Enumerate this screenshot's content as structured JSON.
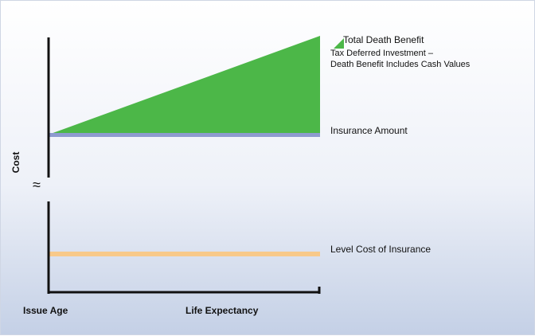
{
  "labels": {
    "total_death_benefit": "Total Death Benefit",
    "tax_deferred_line1": "Tax Deferred Investment –",
    "tax_deferred_line2": "Death Benefit Includes Cash Values",
    "insurance_amount": "Insurance Amount",
    "level_cost": "Level Cost of Insurance",
    "y_axis": "Cost",
    "x_start": "Issue Age",
    "x_end": "Life Expectancy",
    "axis_break": "≈"
  },
  "colors": {
    "investment_area": "#4cb748",
    "insurance_line": "#8e9bcf",
    "level_cost_line": "#f8c98a",
    "axis": "#111111"
  }
}
